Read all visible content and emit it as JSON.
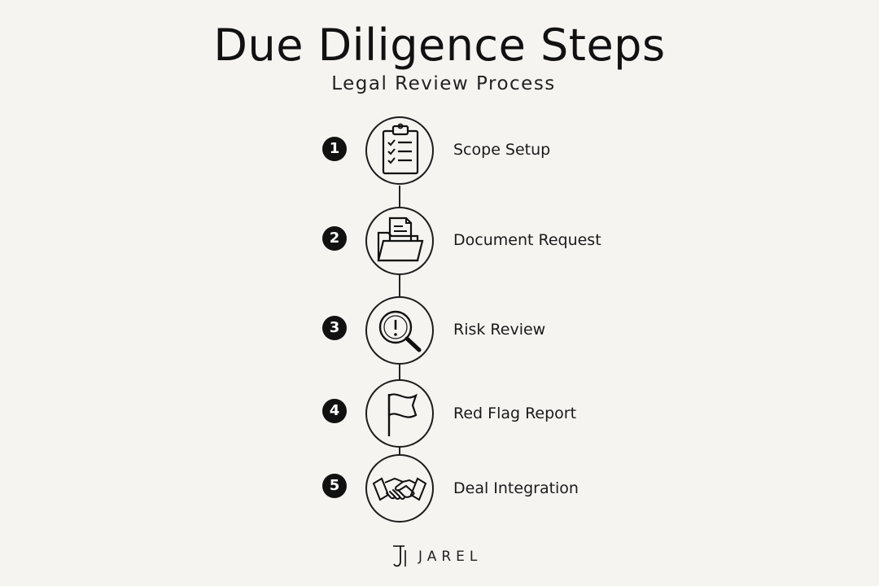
{
  "header": {
    "title": "Due Diligence Steps",
    "subtitle": "Legal Review Process"
  },
  "steps": [
    {
      "number": "1",
      "label": "Scope Setup",
      "icon": "clipboard-checklist-icon"
    },
    {
      "number": "2",
      "label": "Document Request",
      "icon": "folder-document-icon"
    },
    {
      "number": "3",
      "label": "Risk Review",
      "icon": "magnifier-alert-icon"
    },
    {
      "number": "4",
      "label": "Red Flag Report",
      "icon": "flag-icon"
    },
    {
      "number": "5",
      "label": "Deal Integration",
      "icon": "handshake-icon"
    }
  ],
  "brand": {
    "name": "JAREL",
    "logo": "jarel-monogram-logo"
  },
  "colors": {
    "background": "#f5f4f1",
    "ink": "#111111"
  }
}
